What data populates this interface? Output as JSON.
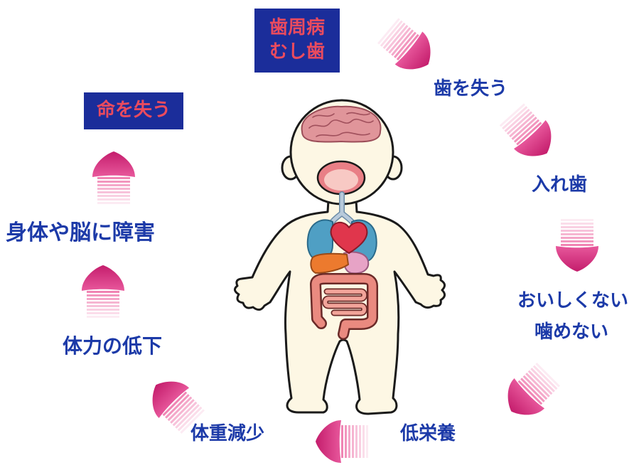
{
  "title_box": {
    "lines": [
      "歯周病",
      "むし歯"
    ]
  },
  "life_box": {
    "label": "命を失う"
  },
  "steps": {
    "lose_teeth": "歯を失う",
    "dentures": "入れ歯",
    "not_tasty": "おいしくない",
    "cannot_chew": "噛めない",
    "malnutrition": "低栄養",
    "weight_loss": "体重減少",
    "stamina_decline": "体力の低下",
    "body_brain_damage": "身体や脳に障害"
  },
  "colors": {
    "box_blue": "#1b2d9a",
    "box_text_red": "#ea4b5e",
    "label_blue": "#1c3aa8",
    "arrow_head_light": "#e8589c",
    "arrow_head_dark": "#c41d6c",
    "arrow_tail": "#ee78ac"
  }
}
